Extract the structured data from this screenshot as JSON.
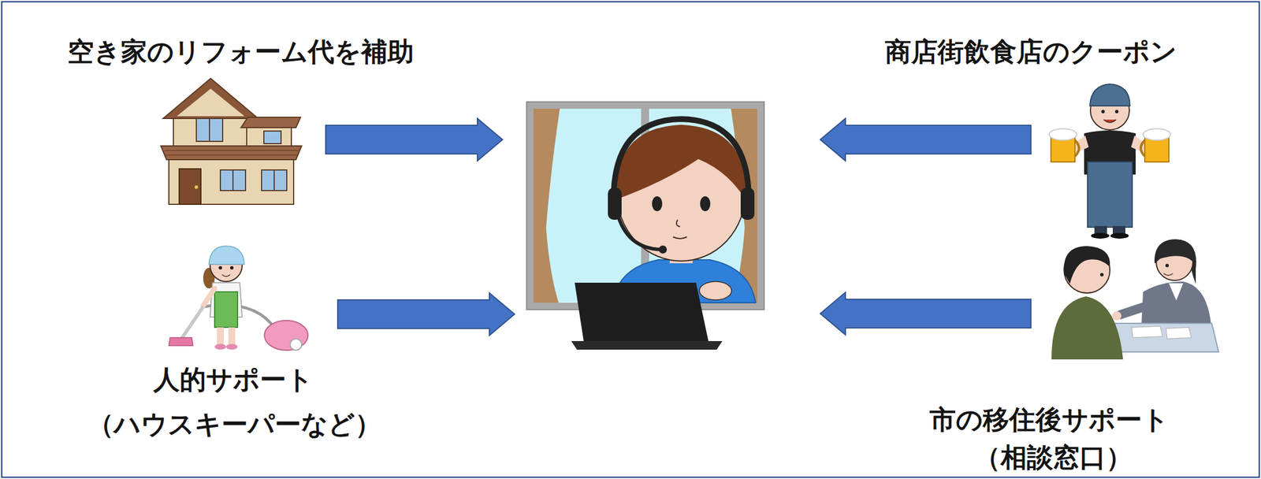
{
  "diagram": {
    "nodes": [
      {
        "text": [
          "空き家のリフォーム代を補助"
        ]
      },
      {
        "text": []
      },
      {
        "text": [
          "商店街飲食店のクーポン"
        ]
      },
      {
        "text": [
          "人的サポート",
          "（ハウスキーパーなど）"
        ]
      },
      {
        "text": [
          "市の移住後サポート",
          "（相談窓口）"
        ]
      }
    ],
    "edges": [
      {
        "from": 0,
        "to": 1,
        "arrow": "to"
      },
      {
        "from": 2,
        "to": 1,
        "arrow": "to"
      },
      {
        "from": 3,
        "to": 1,
        "arrow": "to"
      },
      {
        "from": 4,
        "to": 1,
        "arrow": "to"
      }
    ]
  }
}
